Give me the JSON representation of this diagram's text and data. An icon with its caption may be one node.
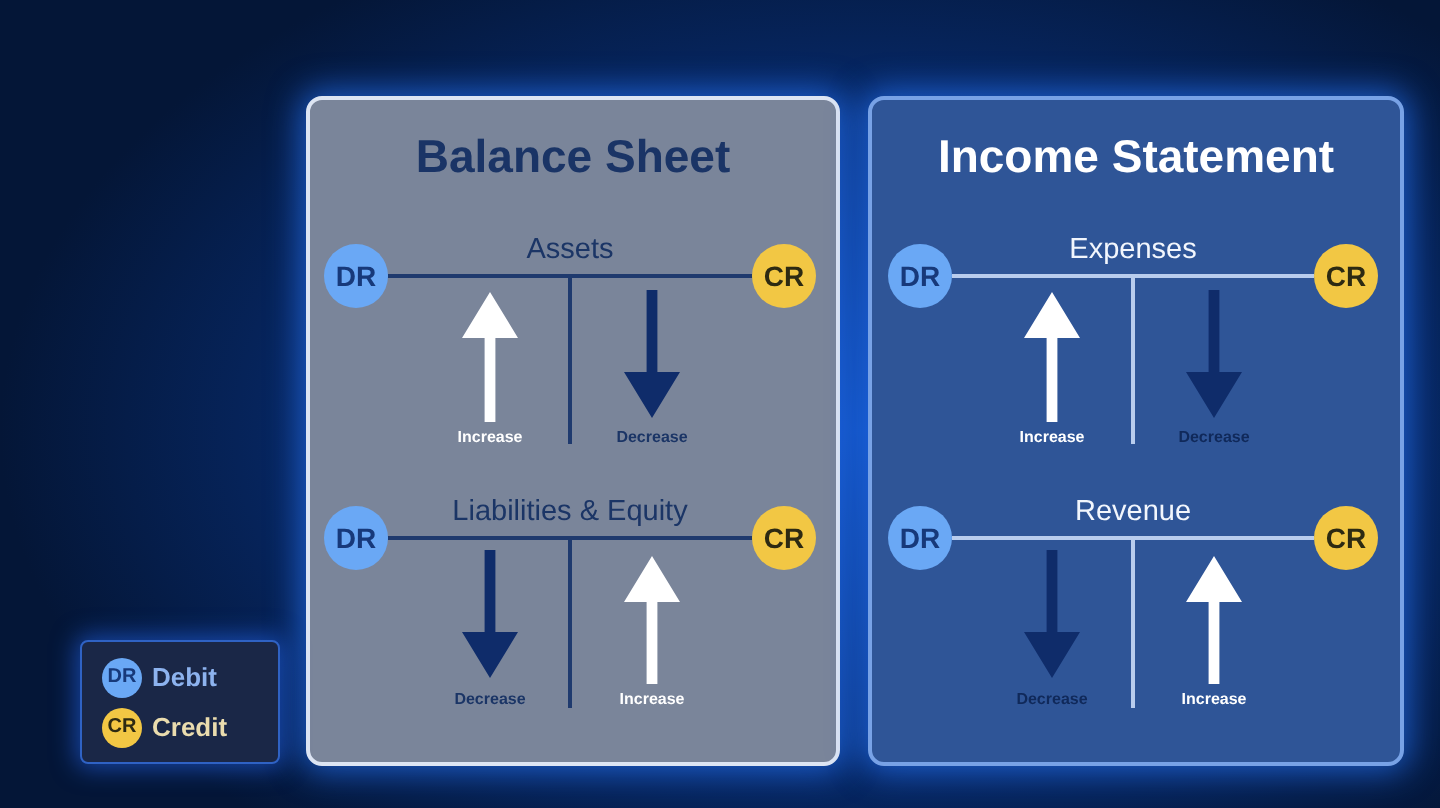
{
  "diagram": {
    "nodes": [
      {
        "text": [
          "Balance Sheet"
        ]
      },
      {
        "text": [
          "DR"
        ],
        "in": 0
      },
      {
        "text": [
          "CR"
        ],
        "in": 0
      },
      {
        "text": [
          "DR"
        ],
        "in": 0
      },
      {
        "text": [
          "CR"
        ],
        "in": 0
      },
      {
        "text": [
          "Income Statement"
        ]
      },
      {
        "text": [
          "DR"
        ],
        "in": 5
      },
      {
        "text": [
          "CR"
        ],
        "in": 5
      },
      {
        "text": [
          "DR"
        ],
        "in": 5
      },
      {
        "text": [
          "CR"
        ],
        "in": 5
      }
    ],
    "edges": [
      {
        "from": 1,
        "to": 2,
        "arrow": "none",
        "label": "Assets",
        "color": "#1f3a6e"
      },
      {
        "from": 3,
        "to": 4,
        "arrow": "none",
        "label": "Liabilities & Equity",
        "color": "#1f3a6e"
      },
      {
        "from": 6,
        "to": 7,
        "arrow": "none",
        "label": "Expenses",
        "color": "#b9cdee"
      },
      {
        "from": 8,
        "to": 9,
        "arrow": "none",
        "label": "Revenue",
        "color": "#b9cdee"
      }
    ],
    "labels": [
      "Increase",
      "Decrease",
      "Decrease",
      "Increase",
      "Increase",
      "Decrease",
      "Decrease",
      "Increase",
      "DR",
      "CR"
    ],
    "legend": [
      {
        "text": "Debit",
        "color": "#6aa8f5"
      },
      {
        "text": "Credit",
        "color": "#f2c744"
      }
    ]
  }
}
